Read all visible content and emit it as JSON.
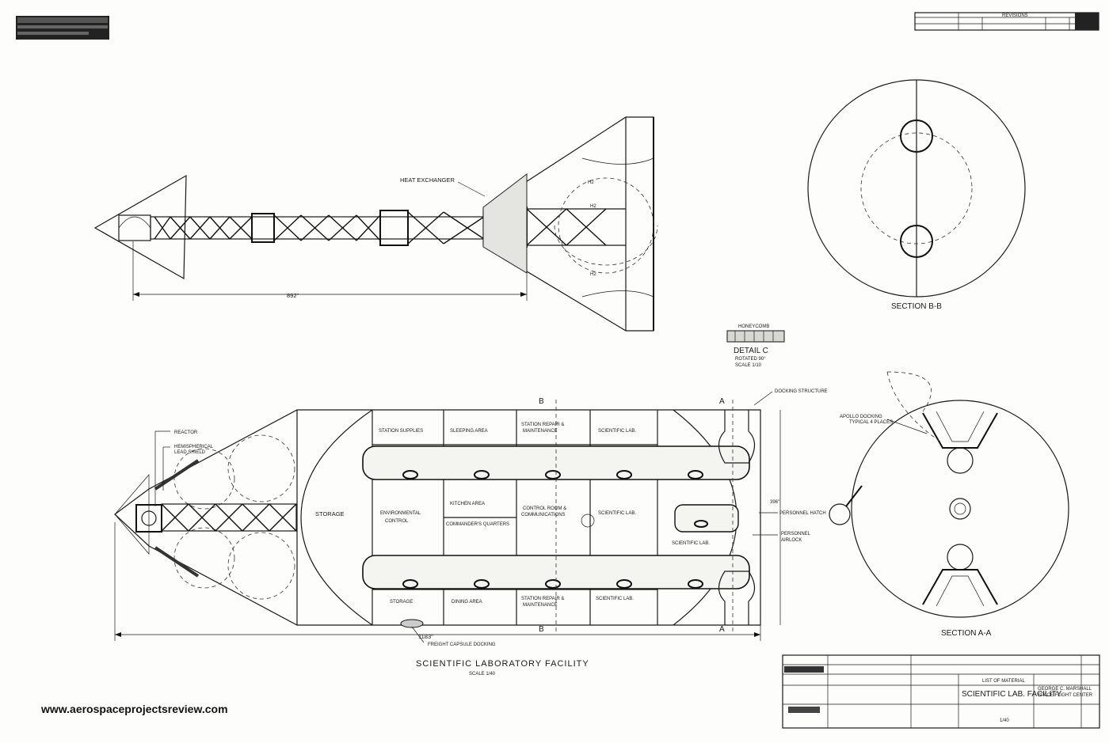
{
  "watermark": "www.aerospaceprojectsreview.com",
  "title_block": {
    "revisions": "REVISIONS",
    "list_of_material": "LIST OF MATERIAL",
    "drawing_title": "SCIENTIFIC LAB. FACILITY",
    "org_line1": "GEORGE C. MARSHALL",
    "org_line2": "SPACE FLIGHT CENTER",
    "scale": "1/40"
  },
  "top_view": {
    "heat_exchanger": "HEAT EXCHANGER",
    "length_dim": "892\"",
    "label_h2_a": "H2",
    "label_h2_b": "H2",
    "label_h2_c": "H2"
  },
  "detail_c": {
    "honeycomb": "HONEYCOMB",
    "title": "DETAIL C",
    "rotated": "ROTATED 90°",
    "scale": "SCALE 1/10"
  },
  "section_bb": {
    "title": "SECTION B-B"
  },
  "section_aa": {
    "title": "SECTION A-A",
    "apollo_docking": "APOLLO DOCKING",
    "typical": "TYPICAL 4 PLACES"
  },
  "main_view": {
    "title": "SCIENTIFIC LABORATORY FACILITY",
    "scale": "SCALE 1/40",
    "reactor": "REACTOR",
    "lead_shield_1": "HEMISPHERICAL",
    "lead_shield_2": "LEAD SHIELD",
    "docking_structure": "DOCKING STRUCTURE",
    "personnel_hatch": "PERSONNEL HATCH",
    "personnel_airlock_1": "PERSONNEL",
    "personnel_airlock_2": "AIRLOCK",
    "freight_docking": "FREIGHT CAPSULE DOCKING",
    "length_dim": "1183\"",
    "diameter_dim": "396\"",
    "section_b": "B",
    "section_a": "A",
    "rooms": {
      "storage_main": "STORAGE",
      "station_supplies": "STATION SUPPLIES",
      "sleeping_area": "SLEEPING AREA",
      "station_repair_top_1": "STATION REPAIR &",
      "station_repair_top_2": "MAINTENANCE",
      "scientific_lab_top": "SCIENTIFIC LAB.",
      "env_control_1": "ENVIRONMENTAL",
      "env_control_2": "CONTROL",
      "kitchen": "KITCHEN AREA",
      "commanders": "COMMANDER'S QUARTERS",
      "control_room_1": "CONTROL ROOM &",
      "control_room_2": "COMMUNICATIONS",
      "scientific_lab_mid": "SCIENTIFIC LAB.",
      "scientific_lab_end": "SCIENTIFIC LAB.",
      "storage_bottom": "STORAGE",
      "dining": "DINING AREA",
      "station_repair_bot_1": "STATION REPAIR &",
      "station_repair_bot_2": "MAINTENANCE",
      "scientific_lab_bot": "SCIENTIFIC LAB."
    }
  }
}
